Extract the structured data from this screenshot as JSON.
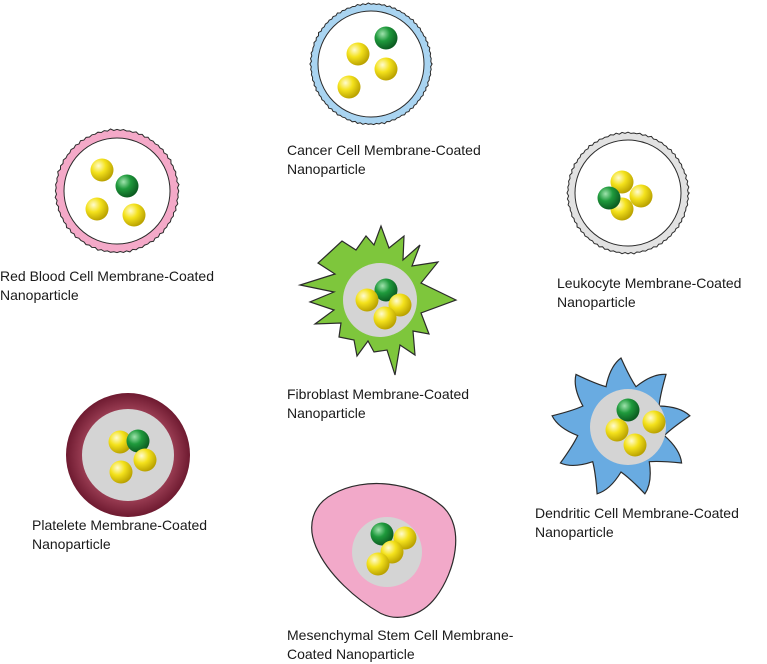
{
  "colors": {
    "yellow": "#f4e21c",
    "green": "#1f9a3c",
    "core_gray": "#d4d4d4",
    "rbc_pink": "#f4a9c8",
    "cancer_blue": "#a9d4f1",
    "leukocyte_gray": "#e2e2e2",
    "fibroblast_green": "#7ec63c",
    "platelet_maroon": "#8e2c43",
    "dendritic_blue": "#69abe1",
    "msc_pink": "#f2a9c9"
  },
  "particles": [
    {
      "id": "cancer",
      "line1": "Cancer Cell Membrane-Coated",
      "line2": "Nanoparticle"
    },
    {
      "id": "rbc",
      "line1": "Red Blood Cell Membrane-Coated",
      "line2": "Nanoparticle"
    },
    {
      "id": "leukocyte",
      "line1": "Leukocyte Membrane-Coated",
      "line2": "Nanoparticle"
    },
    {
      "id": "fibroblast",
      "line1": "Fibroblast Membrane-Coated",
      "line2": "Nanoparticle"
    },
    {
      "id": "platelet",
      "line1": "Platelete Membrane-Coated",
      "line2": "Nanoparticle"
    },
    {
      "id": "dendritic",
      "line1": "Dendritic Cell Membrane-Coated",
      "line2": "Nanoparticle"
    },
    {
      "id": "msc",
      "line1": "Mesenchymal Stem Cell Membrane-",
      "line2": "Coated Nanoparticle"
    }
  ]
}
